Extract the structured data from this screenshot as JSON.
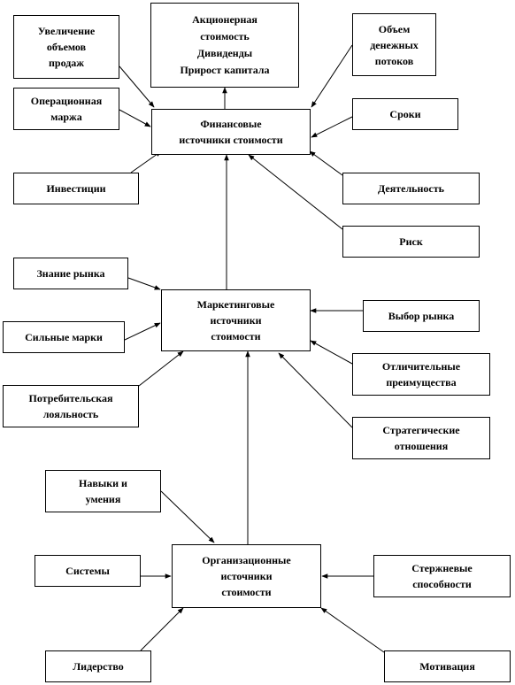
{
  "outcomes": {
    "line1": "Акционерная",
    "line2": "стоимость",
    "line3": "Дивиденды",
    "line4": "Прирост  капитала"
  },
  "financial": {
    "title": "Финансовые\nисточники стоимости",
    "drivers": {
      "sales_growth": "Увеличение\nобъемов\nпродаж",
      "operating_margin": "Операционная\nмаржа",
      "investments": "Инвестиции",
      "cash_flow": "Объем\nденежных\nпотоков",
      "terms": "Сроки",
      "durability": "Деятельность",
      "risk": "Риск"
    }
  },
  "marketing": {
    "title": "Маркетинговые\nисточники\nстоимости",
    "drivers": {
      "market_knowledge": "Знание рынка",
      "strong_brands": "Сильные марки",
      "consumer_loyalty": "Потребительская\nлояльность",
      "market_choice": "Выбор рынка",
      "competitive_advantages": "Отличительные\nпреимущества",
      "strategic_relations": "Стратегические\nотношения"
    }
  },
  "organizational": {
    "title": "Организационные\nисточники\nстоимости",
    "drivers": {
      "skills": "Навыки и\nумения",
      "systems": "Системы",
      "core_competencies": "Стержневые\nспособности",
      "leadership": "Лидерство",
      "motivation": "Мотивация"
    }
  }
}
